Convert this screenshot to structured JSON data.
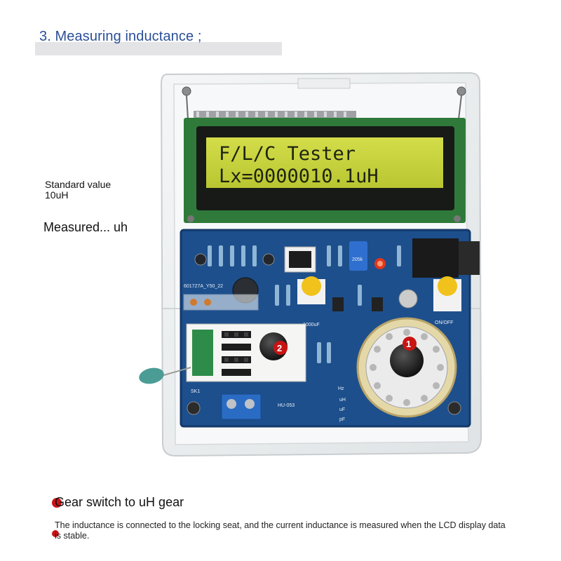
{
  "heading": "3. Measuring inductance",
  "heading_tail": ";",
  "standard_label_line1": "Standard value",
  "standard_label_line2": "10uH",
  "measured_label": "Measured... uh",
  "lcd": {
    "line1": "F/L/C Tester",
    "line2": "Lx=0000010.1uH"
  },
  "step_markers": [
    "1",
    "2"
  ],
  "pcb_labels": {
    "board_code": "601727A_Y50_22",
    "model": "HU-053",
    "onoff": "ON/OFF",
    "cap_rating": "1000uF",
    "unit_hz": "Hz",
    "unit_uh": "uH",
    "unit_uf": "uF",
    "unit_pf": "pF",
    "socket": "SK1",
    "inductor_ref": "205k"
  },
  "gear_note": "Gear switch to uH gear",
  "description": "The inductance is connected to the locking seat, and the current inductance is measured when the LCD display data is stable.",
  "colors": {
    "heading": "#2a4f97",
    "pcb": "#1d4f8c",
    "lcd_backlight": "#c7d43c",
    "marker": "#c91414"
  }
}
